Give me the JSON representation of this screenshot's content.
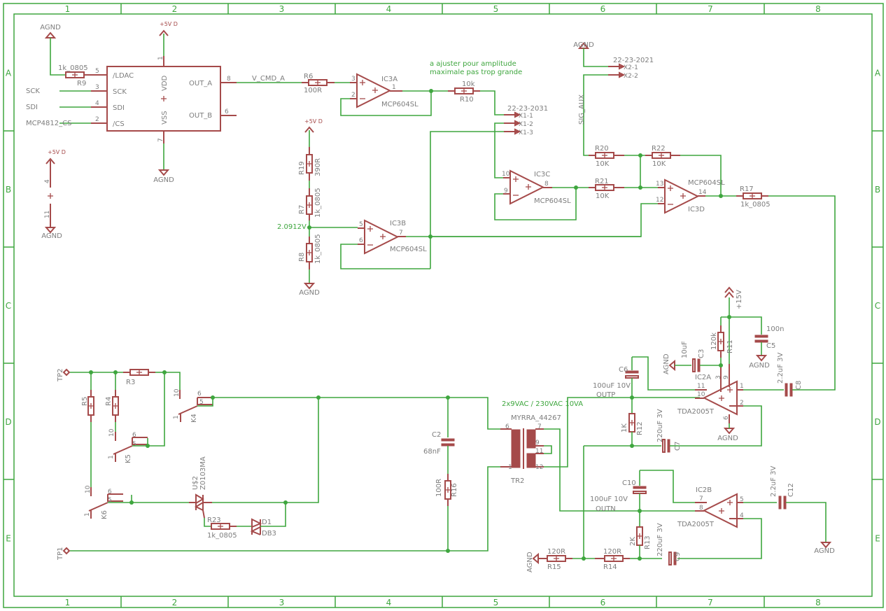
{
  "frame": {
    "columns": [
      "1",
      "2",
      "3",
      "4",
      "5",
      "6",
      "7",
      "8"
    ],
    "rows": [
      "A",
      "B",
      "C",
      "D",
      "E"
    ]
  },
  "colors": {
    "wire": "#3ea63e",
    "symbol": "#a54a4a",
    "text": "#7d7d7d",
    "note": "#3ea63e",
    "frame": "#3ea63e"
  },
  "supplies": {
    "agnd": "AGND",
    "p5vd": "+5V D",
    "p15v": "+15V"
  },
  "power_pins": {
    "top": "4",
    "bottom": "11"
  },
  "nets": {
    "sck": "SCK",
    "sdi": "SDI",
    "cs": "MCP4812_CS",
    "vcmd": "V_CMD_A",
    "sig_aux": "SIG_AUX",
    "outp": "OUTP",
    "outn": "OUTN",
    "vref": "2.0912V"
  },
  "dac": {
    "pins": {
      "ldac": "/LDAC",
      "sck": "SCK",
      "sdi": "SDI",
      "cs": "/CS",
      "vdd": "VDD",
      "vss": "VSS",
      "outa": "OUT_A",
      "outb": "OUT_B"
    },
    "pin_numbers": {
      "ldac": "5",
      "sck": "3",
      "sdi": "4",
      "cs": "2",
      "vdd": "1",
      "vss": "7",
      "outa": "8",
      "outb": "6"
    }
  },
  "resistors": {
    "R9": {
      "name": "R9",
      "value": "1k_0805"
    },
    "R6": {
      "name": "R6",
      "value": "100R"
    },
    "R10": {
      "name": "R10",
      "value": "10k"
    },
    "R19": {
      "name": "R19",
      "value": "390R"
    },
    "R7": {
      "name": "R7",
      "value": "1k_0805"
    },
    "R8": {
      "name": "R8",
      "value": "1k_0805"
    },
    "R20": {
      "name": "R20",
      "value": "10K"
    },
    "R21": {
      "name": "R21",
      "value": "10K"
    },
    "R22": {
      "name": "R22",
      "value": "10K"
    },
    "R17": {
      "name": "R17",
      "value": "1k_0805"
    },
    "R3": {
      "name": "R3"
    },
    "R4": {
      "name": "R4"
    },
    "R5": {
      "name": "R5"
    },
    "R23": {
      "name": "R23",
      "value": "1k_0805"
    },
    "R16": {
      "name": "R16",
      "value": "100R"
    },
    "R12": {
      "name": "R12",
      "value": "1K"
    },
    "R11": {
      "name": "R11",
      "value": "120k"
    },
    "R13": {
      "name": "R13",
      "value": "2K"
    },
    "R14": {
      "name": "R14",
      "value": "120R"
    },
    "R15": {
      "name": "R15",
      "value": "120R"
    }
  },
  "capacitors": {
    "C2": {
      "name": "C2",
      "value": "68nF"
    },
    "C3": {
      "name": "C3",
      "value": "10uF"
    },
    "C5": {
      "name": "C5",
      "value": "100n"
    },
    "C6": {
      "name": "C6",
      "value": "100uF 10V"
    },
    "C7": {
      "name": "C7",
      "value": "220uF 3V"
    },
    "C8": {
      "name": "C8",
      "value": "2.2uF 3V"
    },
    "C9": {
      "name": "C9",
      "value": "220uF 3V"
    },
    "C10": {
      "name": "C10",
      "value": "100uF 10V"
    },
    "C12": {
      "name": "C12",
      "value": "2.2uF 3V"
    }
  },
  "opamps": {
    "IC3A": {
      "name": "IC3A",
      "value": "MCP604SL",
      "pins": [
        "3",
        "2",
        "1"
      ]
    },
    "IC3B": {
      "name": "IC3B",
      "value": "MCP604SL",
      "pins": [
        "5",
        "6",
        "7"
      ]
    },
    "IC3C": {
      "name": "IC3C",
      "value": "MCP604SL",
      "pins": [
        "10",
        "9",
        "8"
      ]
    },
    "IC3D": {
      "name": "IC3D",
      "value": "MCP604SL",
      "pins": [
        "13",
        "12",
        "14"
      ]
    },
    "IC2A": {
      "name": "IC2A",
      "value": "TDA2005T",
      "pins": [
        "11",
        "10",
        "1",
        "2",
        "3",
        "9",
        "6"
      ]
    },
    "IC2B": {
      "name": "IC2B",
      "value": "TDA2005T",
      "pins": [
        "7",
        "8",
        "5",
        "4"
      ]
    }
  },
  "connectors": {
    "X1": {
      "part": "22-23-2031",
      "pins": [
        "X1-1",
        "X1-2",
        "X1-3"
      ]
    },
    "X2": {
      "part": "22-23-2021",
      "pins": [
        "X2-1",
        "X2-2"
      ]
    }
  },
  "relays": {
    "K4": {
      "name": "K4",
      "pins": [
        "10",
        "1",
        "6",
        "5"
      ]
    },
    "K5": {
      "name": "K5",
      "pins": [
        "10",
        "1",
        "6",
        "5"
      ]
    },
    "K6": {
      "name": "K6",
      "pins": [
        "10",
        "1",
        "6",
        "5"
      ]
    }
  },
  "triac": {
    "name": "U$2",
    "value": "Z0103MA"
  },
  "diac": {
    "name": "D1",
    "value": "DB3"
  },
  "transformer": {
    "name": "TR2",
    "value": "MYRRA_44267",
    "pins": [
      "6",
      "1",
      "7",
      "9",
      "11",
      "12"
    ]
  },
  "testpoints": {
    "tp1": "TP1",
    "tp2": "TP2"
  },
  "notes": {
    "line1": "a ajuster pour amplitude",
    "line2": "maximale pas trop grande",
    "transformer": "2x9VAC / 230VAC 10VA"
  }
}
